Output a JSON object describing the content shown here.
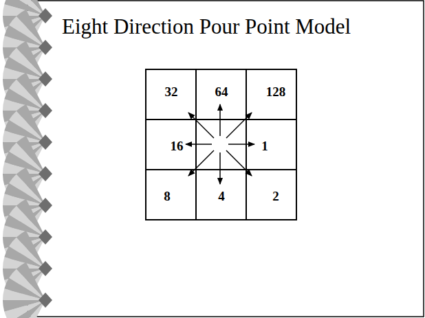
{
  "diagram": {
    "title": "Eight Direction Pour Point Model",
    "nodes": [
      {
        "text": [
          "32"
        ]
      },
      {
        "text": [
          "64"
        ]
      },
      {
        "text": [
          "128"
        ]
      },
      {
        "text": [
          "16"
        ]
      },
      {
        "text": [
          "1"
        ]
      },
      {
        "text": [
          "8"
        ]
      },
      {
        "text": [
          "4"
        ]
      },
      {
        "text": [
          "2"
        ]
      }
    ]
  }
}
